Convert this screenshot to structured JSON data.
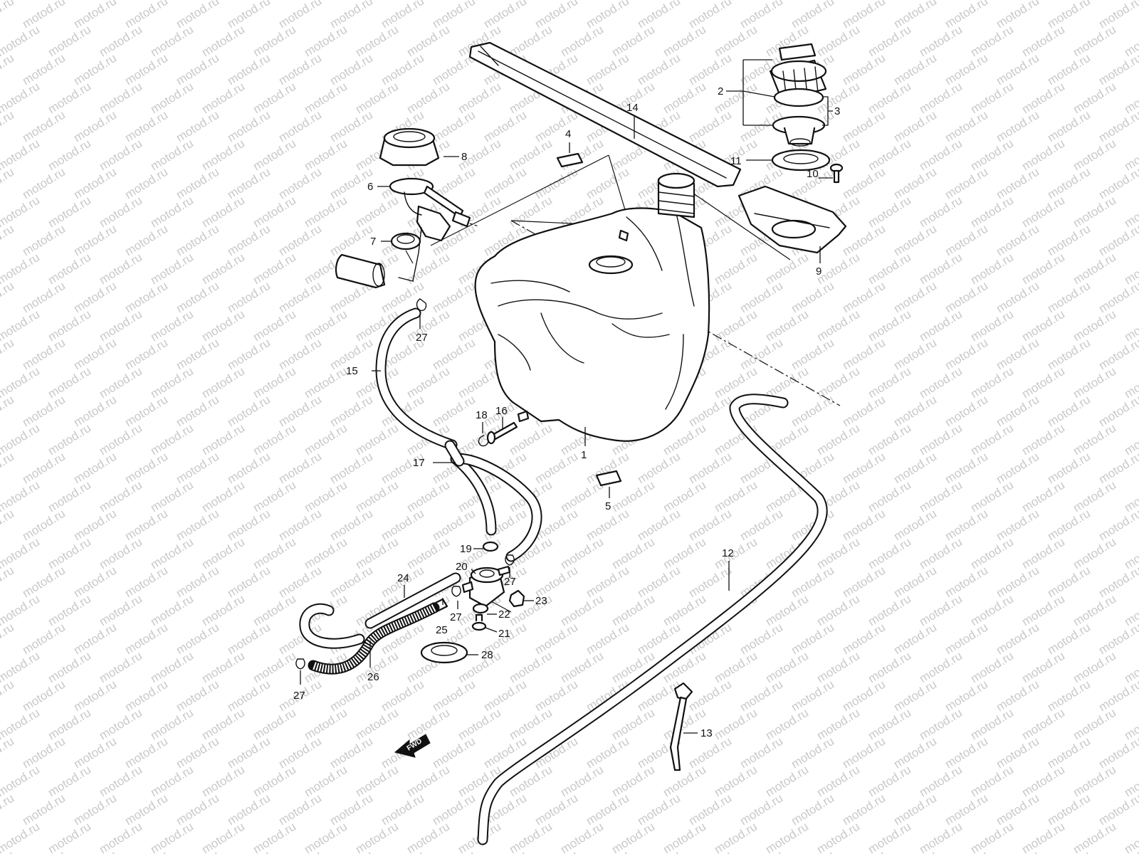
{
  "watermark": "motod.ru",
  "direction_badge": "FWD",
  "callouts": [
    "1",
    "2",
    "3",
    "4",
    "5",
    "6",
    "7",
    "8",
    "9",
    "10",
    "11",
    "12",
    "13",
    "14",
    "15",
    "16",
    "17",
    "18",
    "19",
    "20",
    "21",
    "22",
    "23",
    "24",
    "25",
    "26",
    "27",
    "27",
    "27",
    "27",
    "28"
  ]
}
